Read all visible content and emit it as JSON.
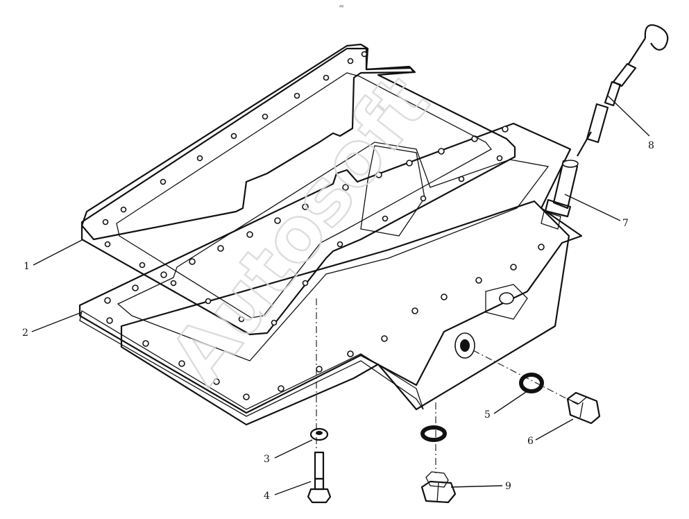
{
  "watermark": "Autosoft",
  "header_mark": "≈",
  "callouts": {
    "c1": "1",
    "c2": "2",
    "c3": "3",
    "c4": "4",
    "c5": "5",
    "c6": "6",
    "c7": "7",
    "c8": "8",
    "c9": "9"
  },
  "colors": {
    "ink": "#111111",
    "paper": "#ffffff",
    "watermark": "#d8d8d8"
  }
}
